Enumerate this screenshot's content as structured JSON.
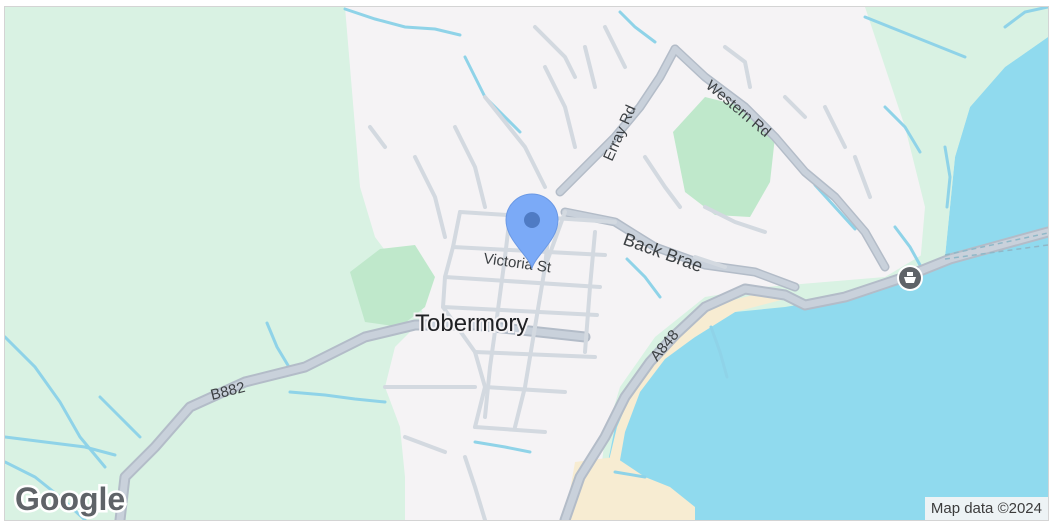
{
  "map": {
    "logo_text": "Google",
    "attribution": "Map data ©2024",
    "place_label": "Tobermory",
    "streets": {
      "victoria_st": "Victoria St",
      "back_brae": "Back Brae",
      "erray_rd": "Erray Rd",
      "western_rd": "Western Rd",
      "a848": "A848",
      "b882": "B882"
    },
    "marker": {
      "icon": "map-pin-icon",
      "color": "#7baaf7",
      "label_visible": false
    },
    "landmark_icon": "ferry-terminal-icon",
    "colors": {
      "water": "#90daee",
      "greenspace": "#d9f2e3",
      "park": "#bfe8cb",
      "urban": "#f5f3f5",
      "road": "#c9d1db",
      "road_outline": "#b3bcc8",
      "beach": "#f7ecd2",
      "stream": "#8fd3e8"
    }
  }
}
